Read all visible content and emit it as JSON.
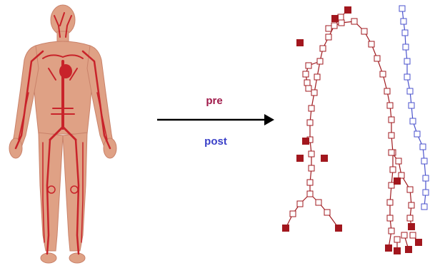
{
  "labels": {
    "pre": "pre",
    "post": "post"
  },
  "colors": {
    "skin": "#dfa185",
    "skin_edge": "#c9826a",
    "vessel": "#c8232a",
    "pre_line": "#a01a1f",
    "pre_node_fill": "#ffffff",
    "pre_leaf_fill": "#a3161e",
    "post_line": "#4a52cc",
    "arrow": "#000000"
  },
  "figure": {
    "left": "human-body-vascular-illustration",
    "middle": "transform-arrow",
    "right": "vessel-graph-pre-and-post"
  }
}
